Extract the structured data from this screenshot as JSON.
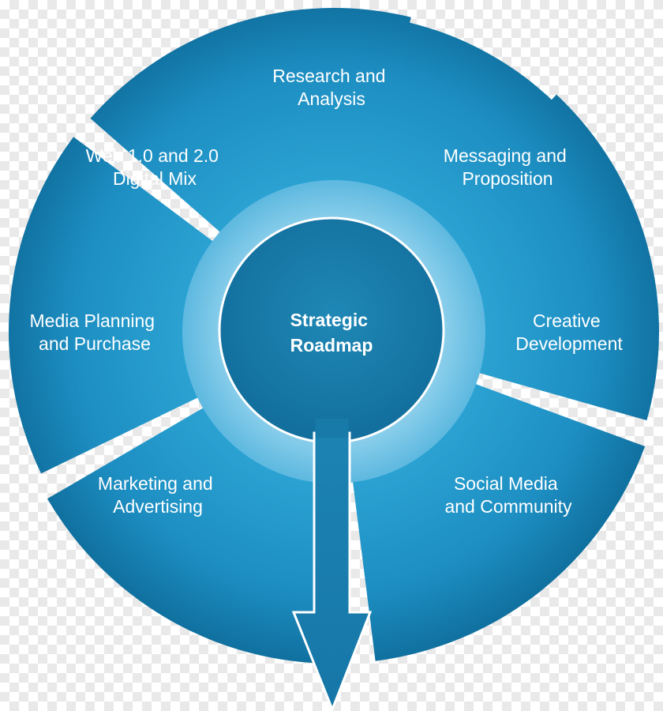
{
  "diagram": {
    "center": {
      "lines": [
        "Strategic",
        "Roadmap"
      ]
    },
    "segments": [
      {
        "id": "research",
        "lines": [
          "Research and",
          "Analysis"
        ]
      },
      {
        "id": "messaging",
        "lines": [
          "Messaging and",
          "Proposition"
        ]
      },
      {
        "id": "creative",
        "lines": [
          "Creative",
          "Development"
        ]
      },
      {
        "id": "social",
        "lines": [
          "Social Media",
          "and Community"
        ]
      },
      {
        "id": "marketing",
        "lines": [
          "Marketing and",
          "Advertising"
        ]
      },
      {
        "id": "media",
        "lines": [
          "Media Planning",
          "and Purchase"
        ]
      },
      {
        "id": "web",
        "lines": [
          "Web 1.0 and 2.0",
          "Digital Mix"
        ]
      }
    ],
    "colors": {
      "segment_light": "#2c9fd0",
      "segment_dark": "#0f6e9c",
      "ring": "#8fd0ec",
      "hub": "#187aa5",
      "hub_edge": "#0c5e86",
      "arrow": "#1a7cab",
      "divider": "#ffffff"
    }
  }
}
